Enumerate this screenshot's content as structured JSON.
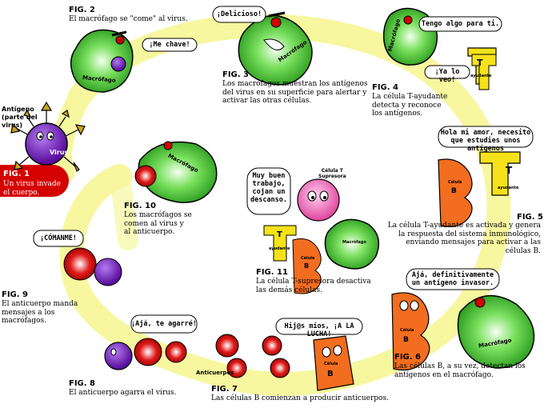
{
  "figures": [
    {
      "id": "fig1",
      "title": "FIG. 1",
      "caption": [
        "Un virus invade",
        "el cuerpo."
      ]
    },
    {
      "id": "fig2",
      "title": "FIG. 2",
      "caption": [
        "El macrófago se \"come\" al virus."
      ]
    },
    {
      "id": "fig3",
      "title": "FIG. 3",
      "caption": [
        "Los macrófagos muestran los antígenos",
        "del virus en su superficie para alertar y",
        "activar las otras células."
      ]
    },
    {
      "id": "fig4",
      "title": "FIG. 4",
      "caption": [
        "La célula T-ayudante",
        "detecta y reconoce",
        "los antígenos."
      ]
    },
    {
      "id": "fig5",
      "title": "FIG. 5",
      "caption": [
        "La célula T-ayudante es activada y genera",
        "la respuesta del sistema inmunológico,",
        "enviando mensajes para activar a las células B."
      ]
    },
    {
      "id": "fig6",
      "title": "FIG. 6",
      "caption": [
        "Las células B, a su vez, detectan los",
        "antígenos en el macrófago."
      ]
    },
    {
      "id": "fig7",
      "title": "FIG. 7",
      "caption": [
        "Las células B comienzan a producir anticuerpos."
      ]
    },
    {
      "id": "fig8",
      "title": "FIG. 8",
      "caption": [
        "El anticuerpo agarra el virus."
      ]
    },
    {
      "id": "fig9",
      "title": "FIG. 9",
      "caption": [
        "El anticuerpo manda",
        "mensajes a los",
        "macrófagos."
      ]
    },
    {
      "id": "fig10",
      "title": "FIG. 10",
      "caption": [
        "Los macrófagos se",
        "comen al virus y",
        "al anticuerpo."
      ]
    },
    {
      "id": "fig11",
      "title": "FIG. 11",
      "caption": [
        "La célula T-supresora desactiva",
        "las demás células."
      ]
    }
  ],
  "bubbles": {
    "fig2": "¡Me chave!",
    "fig3": "¡Delicioso!",
    "fig4a": "Tengo algo para ti.",
    "fig4b": "¡Ya lo veo!",
    "fig5": [
      "Hola mi amor, necesito",
      "que estudies unos antígenos"
    ],
    "fig6": [
      "Ajá, definitivamente",
      "un antígeno invasor."
    ],
    "fig7": "Hij@s míos, ¡A LA LUCHA!",
    "fig8": "¡Ajá, te agarré!",
    "fig9": "¡CÓMANME!",
    "fig11": [
      "Muy buen",
      "trabajo,",
      "cojan un",
      "descanso."
    ]
  },
  "labels": {
    "antigen": [
      "Antígeno",
      "(parte del",
      "virus)"
    ],
    "virus": "Virus",
    "macrophage": "Macrófago",
    "t_helper_letter": "T",
    "t_helper_word": "ayudante",
    "b_letter": "B",
    "b_word": "Célula",
    "t_suppressor": [
      "Célula T",
      "Supresora"
    ],
    "antibodies": "Anticuerpos"
  },
  "colors": {
    "ring": "#f7f7a0",
    "macrophage": "#3cbf2a",
    "macrophage_center": "#e9ffd8",
    "virus": "#7a22c9",
    "b_cell": "#f26d1f",
    "t_helper": "#f5e21a",
    "t_suppressor": "#f08ac4",
    "antibody": "#e01b1b",
    "fig1_box": "#d50000"
  }
}
